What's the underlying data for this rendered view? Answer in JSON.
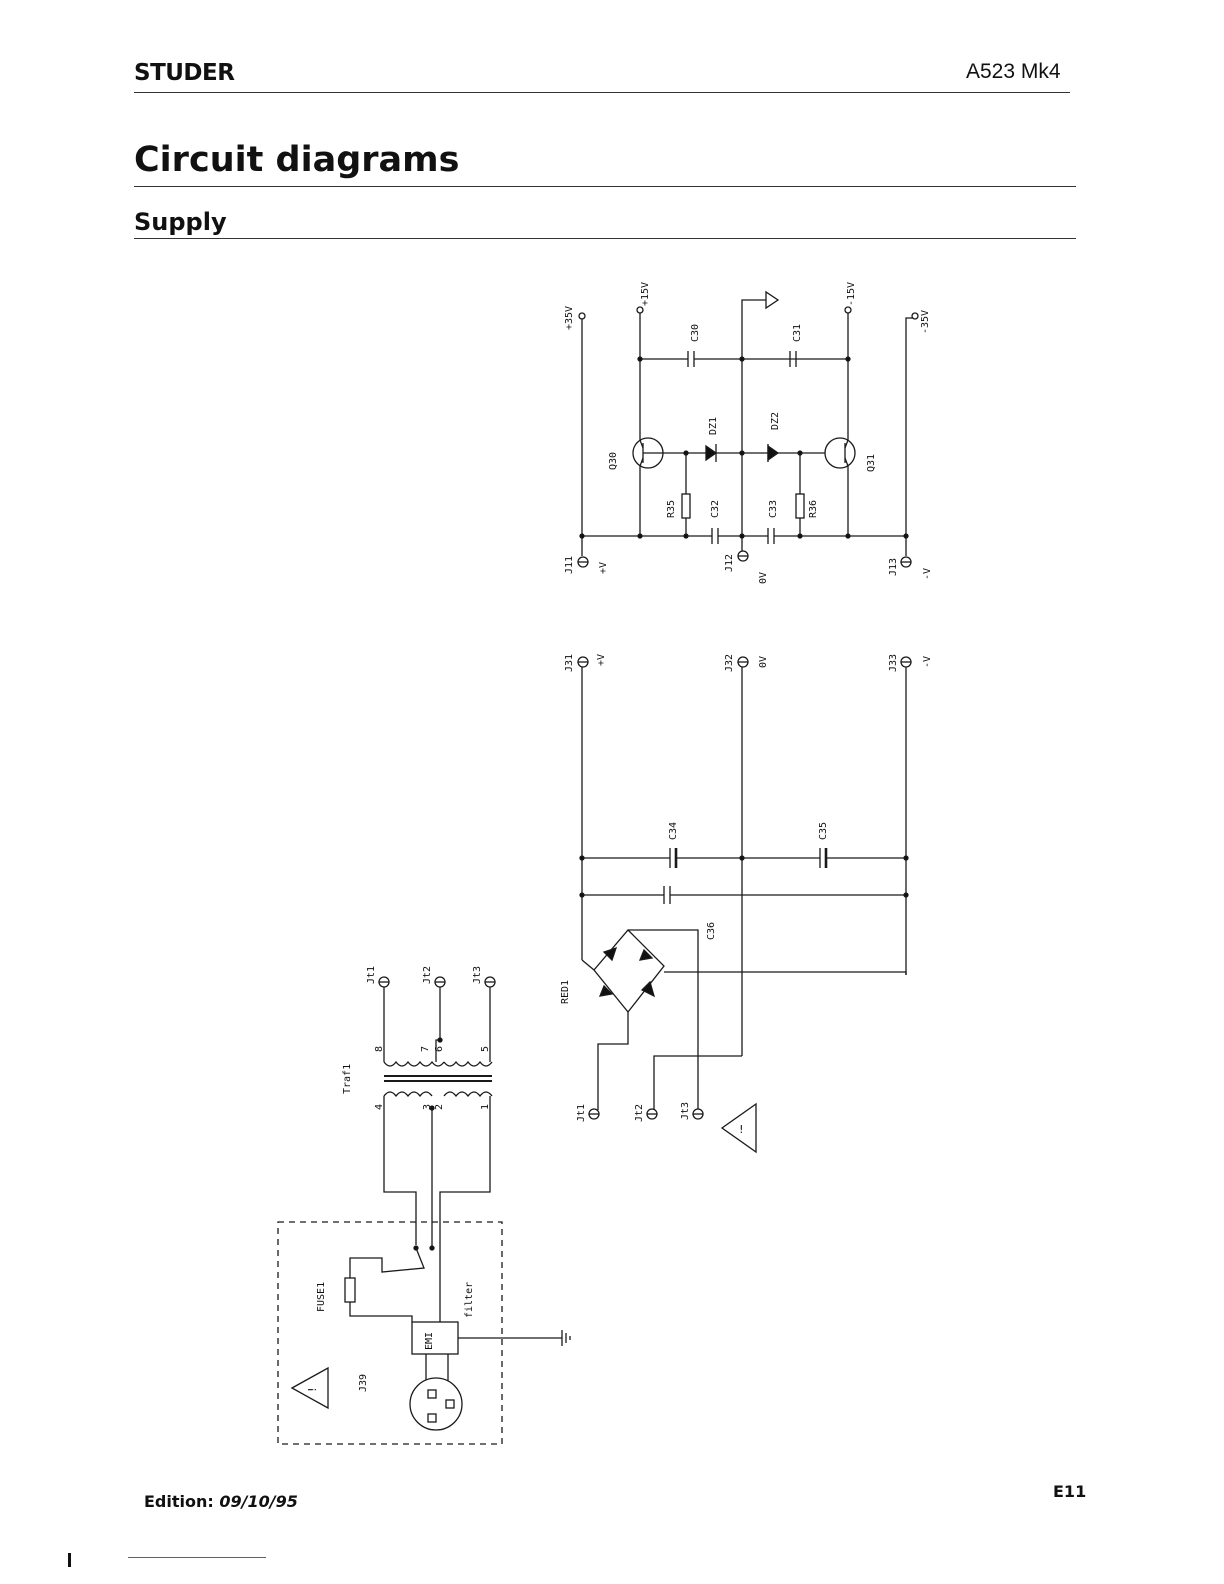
{
  "header": {
    "brand": "STUDER",
    "model": "A523 Mk4"
  },
  "title": "Circuit diagrams",
  "section": "Supply",
  "footer": {
    "edition_label": "Edition:",
    "edition_date": "09/10/95",
    "page": "E11"
  },
  "regulator": {
    "rails": {
      "p35": "+35V",
      "p15": "+15V",
      "m15": "-15V",
      "m35": "-35V"
    },
    "parts": {
      "c30": "C30",
      "c31": "C31",
      "dz1": "DZ1",
      "dz2": "DZ2",
      "q30": "Q30",
      "q31": "Q31",
      "r35": "R35",
      "r36": "R36",
      "c32": "C32",
      "c33": "C33"
    },
    "connectors": {
      "j11": "J11",
      "j12": "J12",
      "j13": "J13",
      "pv": "+V",
      "zv": "0V",
      "mv": "-V"
    }
  },
  "rectifier": {
    "connectors": {
      "j31": "J31",
      "j32": "J32",
      "j33": "J33",
      "pv": "+V",
      "zv": "0V",
      "mv": "-V"
    },
    "parts": {
      "c34": "C34",
      "c35": "C35",
      "c36": "C36",
      "red1": "RED1"
    },
    "inputs": {
      "jt1": "Jt1",
      "jt2": "Jt2",
      "jt3": "Jt3"
    }
  },
  "transformer": {
    "name": "Traf1",
    "secondary": {
      "jt1": "Jt1",
      "jt2": "Jt2",
      "jt3": "Jt3"
    },
    "pins": {
      "p8": "8",
      "p7": "7",
      "p6": "6",
      "p5": "5",
      "p4": "4",
      "p3": "3",
      "p2": "2",
      "p1": "1"
    }
  },
  "mains": {
    "fuse": "FUSE1",
    "emi": "EMI",
    "filter": "filter",
    "jack": "J39",
    "warning": "!"
  }
}
